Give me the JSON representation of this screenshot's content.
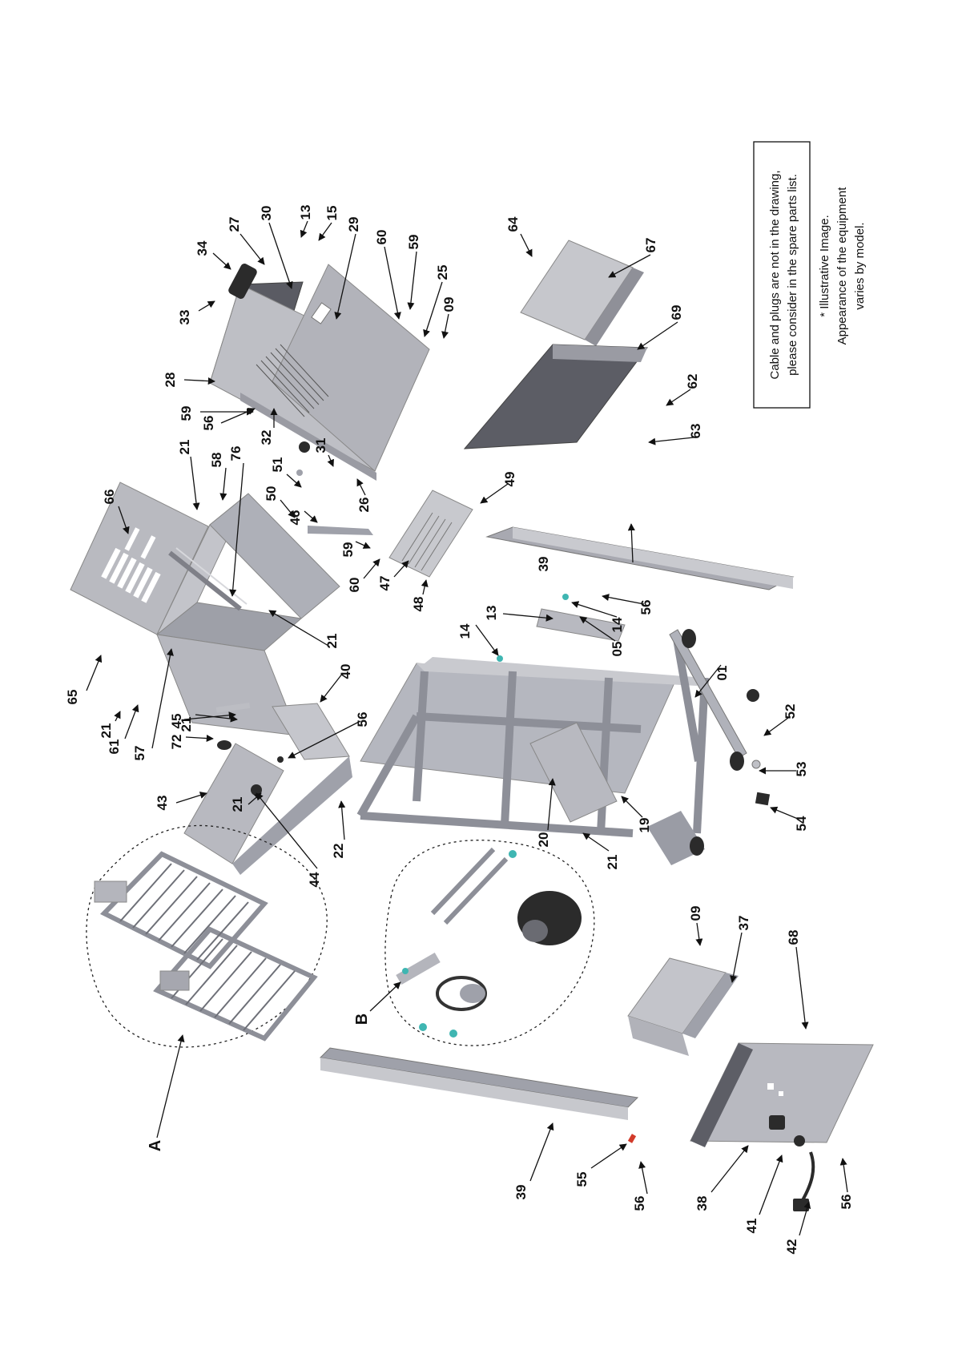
{
  "diagram": {
    "callouts": [
      "01",
      "05",
      "09",
      "09",
      "13",
      "13",
      "14",
      "14",
      "15",
      "19",
      "20",
      "21",
      "21",
      "21",
      "21",
      "21",
      "21",
      "22",
      "25",
      "26",
      "27",
      "28",
      "29",
      "30",
      "31",
      "32",
      "33",
      "34",
      "37",
      "38",
      "39",
      "39",
      "40",
      "41",
      "42",
      "43",
      "44",
      "45",
      "46",
      "47",
      "48",
      "49",
      "50",
      "51",
      "52",
      "53",
      "54",
      "55",
      "56",
      "56",
      "56",
      "56",
      "56",
      "57",
      "58",
      "59",
      "59",
      "59",
      "60",
      "60",
      "61",
      "62",
      "63",
      "64",
      "65",
      "66",
      "67",
      "68",
      "69",
      "72",
      "76"
    ],
    "group_labels": [
      "A",
      "B"
    ],
    "note_box": [
      "Cable and plugs are not in the drawing,",
      "please consider in the spare parts list."
    ],
    "footnote": [
      "* Illustrative Image.",
      "Appearance of the equipment",
      "varies by model."
    ]
  },
  "colors": {
    "panel_light": "#bfc0c6",
    "panel_mid": "#a9aab2",
    "panel_dark": "#5d5e66",
    "frame": "#9fa1aa",
    "motor": "#2b2b2b",
    "accent_teal": "#3fb6b2",
    "accent_red": "#d23a2a",
    "ink": "#111111"
  }
}
